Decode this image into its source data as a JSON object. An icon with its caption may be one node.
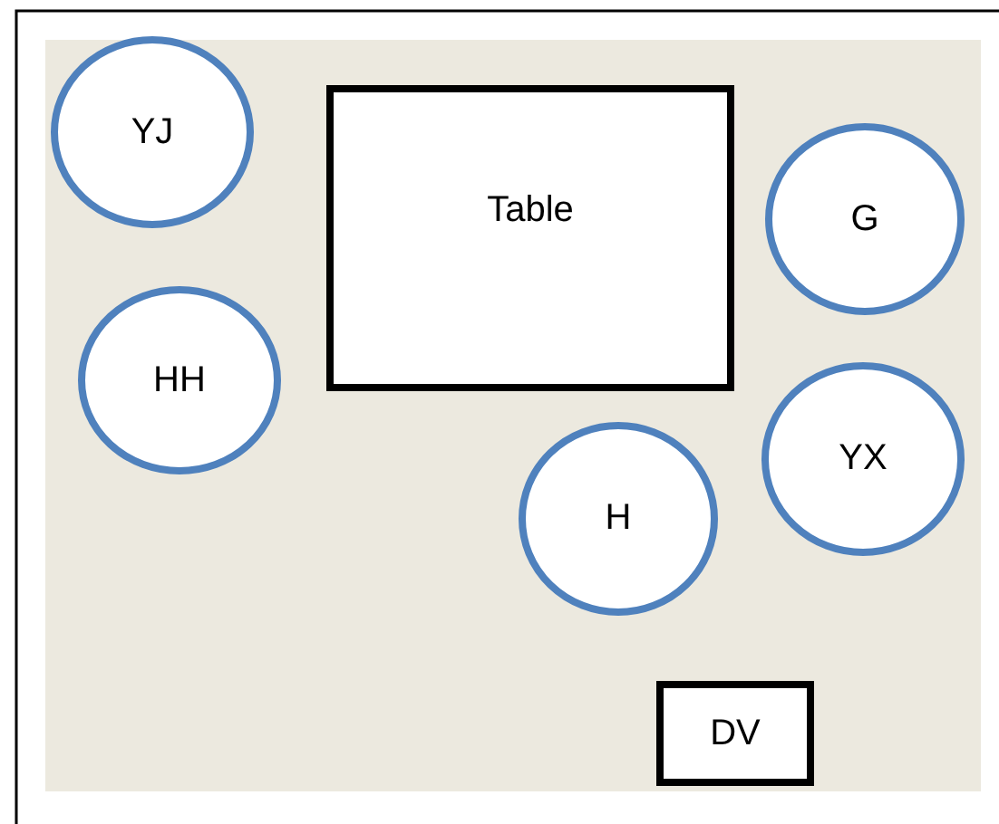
{
  "diagram": {
    "nodes": [
      {
        "text": [
          "YJ"
        ]
      },
      {
        "text": [
          "Table"
        ]
      },
      {
        "text": [
          "G"
        ]
      },
      {
        "text": [
          "HH"
        ]
      },
      {
        "text": [
          "YX"
        ]
      },
      {
        "text": [
          "H"
        ]
      },
      {
        "text": [
          "DV"
        ]
      }
    ]
  }
}
